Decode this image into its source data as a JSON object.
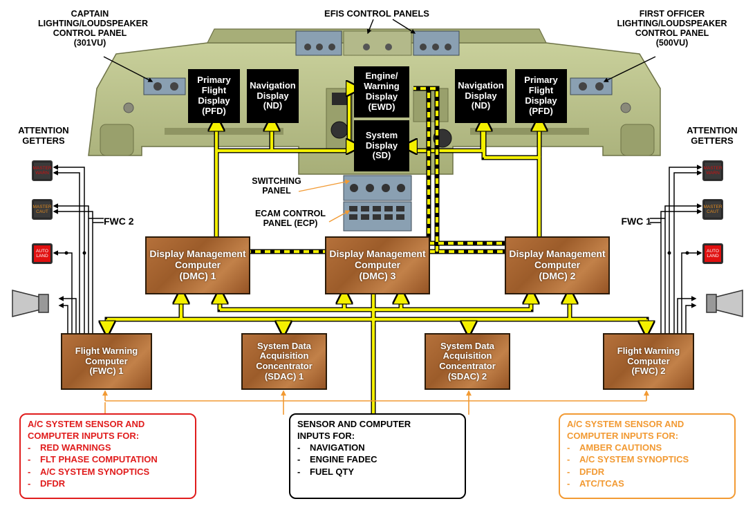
{
  "labels": {
    "efis_control_panels": "EFIS CONTROL PANELS",
    "captain_panel": [
      "CAPTAIN",
      "LIGHTING/LOUDSPEAKER",
      "CONTROL PANEL",
      "(301VU)"
    ],
    "first_officer_panel": [
      "FIRST OFFICER",
      "LIGHTING/LOUDSPEAKER",
      "CONTROL PANEL",
      "(500VU)"
    ],
    "attention_getters_left": [
      "ATTENTION",
      "GETTERS"
    ],
    "attention_getters_right": [
      "ATTENTION",
      "GETTERS"
    ],
    "switching_panel": [
      "SWITCHING",
      "PANEL"
    ],
    "ecam_control_panel": [
      "ECAM CONTROL",
      "PANEL (ECP)"
    ],
    "fwc2_side": "FWC 2",
    "fwc1_side": "FWC 1"
  },
  "displays": {
    "capt_pfd": [
      "Primary",
      "Flight",
      "Display",
      "(PFD)"
    ],
    "capt_nd": [
      "Navigation",
      "Display",
      "(ND)"
    ],
    "ewd": [
      "Engine/",
      "Warning",
      "Display",
      "(EWD)"
    ],
    "sd": [
      "System",
      "Display",
      "(SD)"
    ],
    "fo_nd": [
      "Navigation",
      "Display",
      "(ND)"
    ],
    "fo_pfd": [
      "Primary",
      "Flight",
      "Display",
      "(PFD)"
    ]
  },
  "computers": {
    "dmc1": [
      "Display Management",
      "Computer",
      "(DMC) 1"
    ],
    "dmc3": [
      "Display Management",
      "Computer",
      "(DMC) 3"
    ],
    "dmc2": [
      "Display Management",
      "Computer",
      "(DMC) 2"
    ],
    "fwc1": [
      "Flight Warning",
      "Computer",
      "(FWC) 1"
    ],
    "sdac1": [
      "System Data",
      "Acquisition",
      "Concentrator",
      "(SDAC) 1"
    ],
    "sdac2": [
      "System Data",
      "Acquisition",
      "Concentrator",
      "(SDAC) 2"
    ],
    "fwc2": [
      "Flight Warning",
      "Computer",
      "(FWC) 2"
    ]
  },
  "lamps": {
    "master_warn": [
      "MASTER",
      "WARN"
    ],
    "master_caut": [
      "MASTER",
      "CAUT"
    ],
    "auto_land": [
      "AUTO",
      "LAND"
    ]
  },
  "inputs": {
    "fwc_inputs": {
      "title": [
        "A/C SYSTEM SENSOR AND",
        "COMPUTER INPUTS FOR:"
      ],
      "items": [
        "RED WARNINGS",
        "FLT PHASE COMPUTATION",
        "A/C SYSTEM SYNOPTICS",
        "DFDR"
      ]
    },
    "dmc_inputs": {
      "title": [
        "SENSOR AND COMPUTER",
        "INPUTS FOR:"
      ],
      "items": [
        "NAVIGATION",
        "ENGINE FADEC",
        "FUEL QTY"
      ]
    },
    "sdac_inputs": {
      "title": [
        "A/C SYSTEM SENSOR AND",
        "COMPUTER INPUTS FOR:"
      ],
      "items": [
        "AMBER CAUTIONS",
        "A/C SYSTEM SYNOPTICS",
        "DFDR",
        "ATC/TCAS"
      ]
    }
  },
  "colors": {
    "bus_yellow": "#f4f000",
    "input_orange": "#f29a33",
    "warning_red": "#e01c1c",
    "panel_green": "#b8c08a",
    "computer_brown": "#a8673a"
  }
}
